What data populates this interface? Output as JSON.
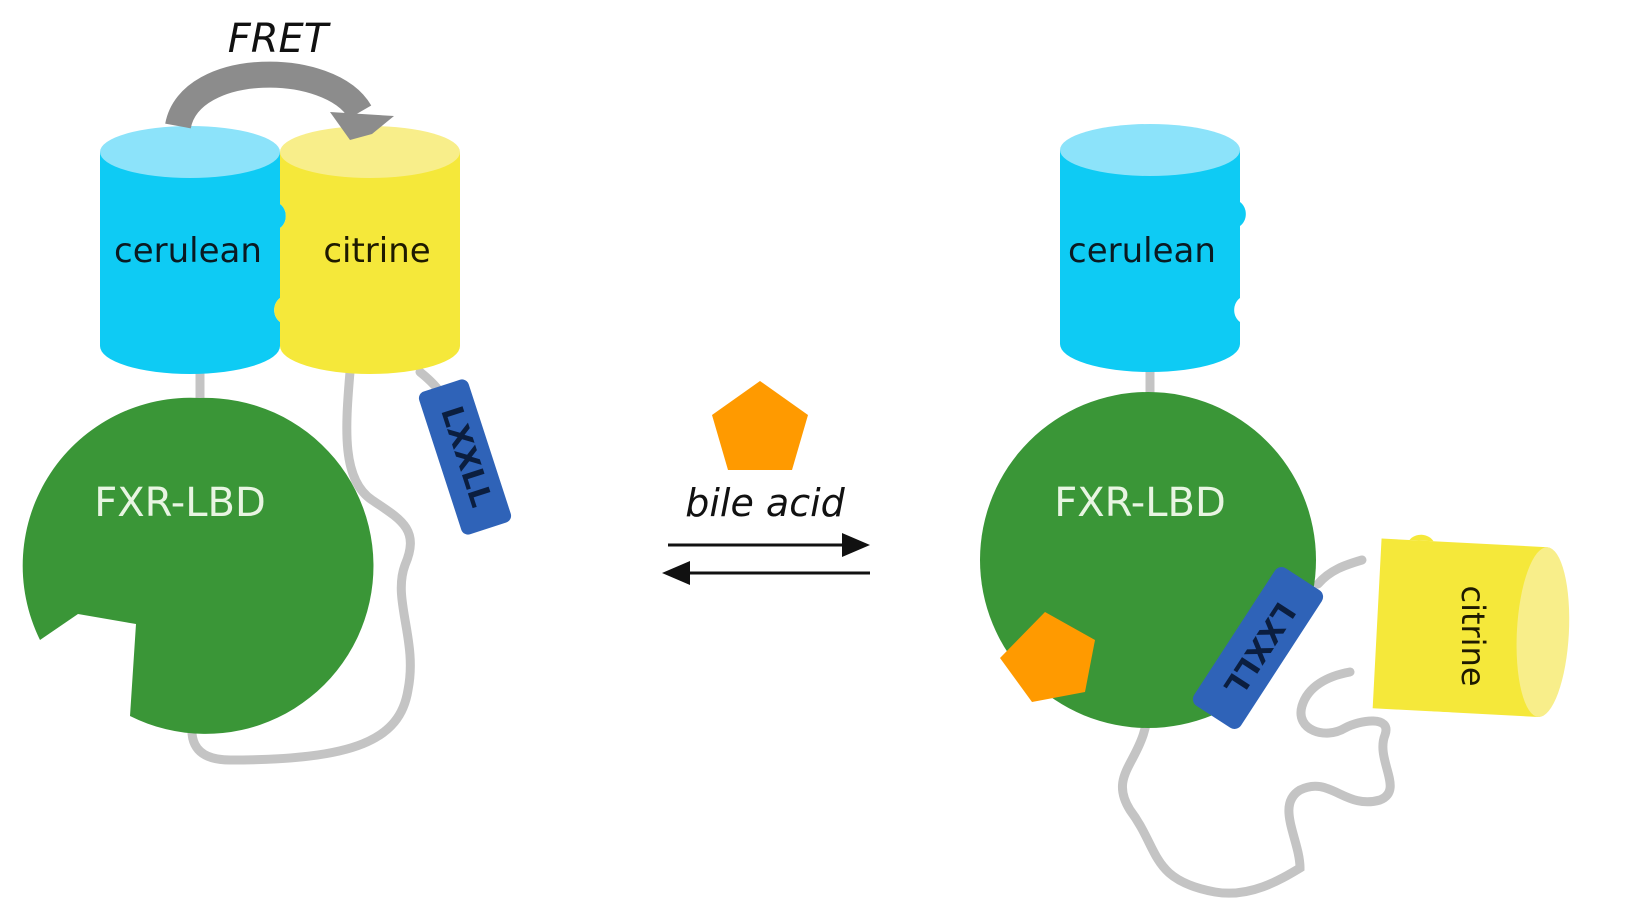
{
  "labels": {
    "fret": "FRET",
    "cerulean": "cerulean",
    "citrine": "citrine",
    "fxr_lbd": "FXR-LBD",
    "lxxll": "LXXLL",
    "bile_acid": "bile acid"
  },
  "colors": {
    "cerulean_body": "#0ECBF4",
    "cerulean_top": "#8CE3FA",
    "citrine_body": "#F5E83A",
    "citrine_top": "#F8EE8A",
    "fxr_green": "#3A9637",
    "lxxll_blue": "#2F63B8",
    "ligand_orange": "#FF9A00",
    "linker_gray": "#C4C4C4",
    "fret_arrow_gray": "#8C8C8C"
  }
}
